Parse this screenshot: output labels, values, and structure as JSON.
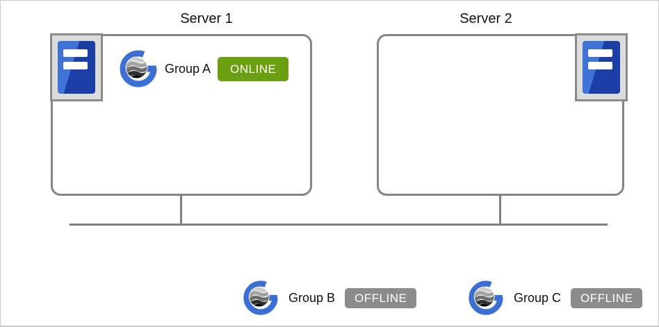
{
  "diagram": {
    "servers": [
      {
        "label": "Server 1"
      },
      {
        "label": "Server 2"
      }
    ],
    "groups": [
      {
        "name": "Group A",
        "status": "ONLINE"
      },
      {
        "name": "Group B",
        "status": "OFFLINE"
      },
      {
        "name": "Group C",
        "status": "OFFLINE"
      }
    ],
    "icons": {
      "server": "server-tower-icon",
      "group": "availability-group-globe-icon"
    },
    "colors": {
      "online_badge": "#6aa00f",
      "offline_badge": "#8b8b8b",
      "logo_blue": "#3b6fd4",
      "server_icon_blue_light": "#3f73d8",
      "server_icon_blue_dark": "#1b3fa6",
      "line_gray": "#808080",
      "box_border": "#848484",
      "canvas_border": "#c9c9c9"
    }
  }
}
